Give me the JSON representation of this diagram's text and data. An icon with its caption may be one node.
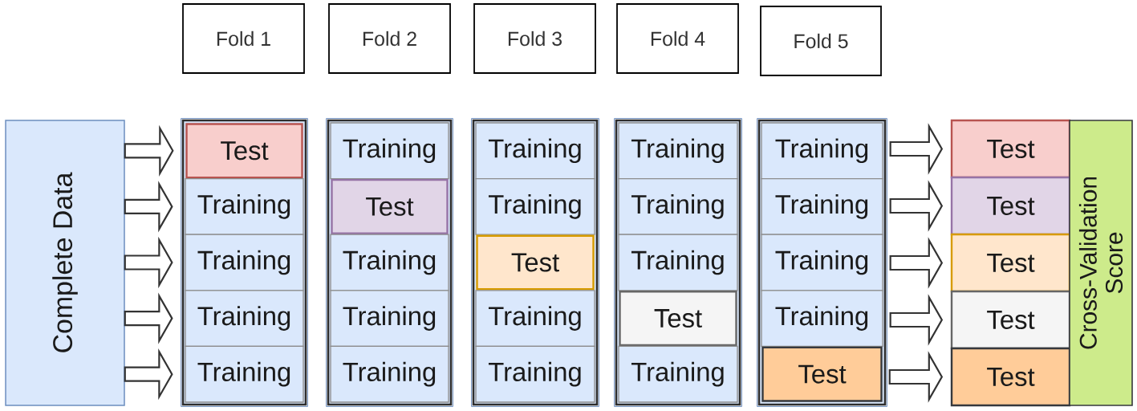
{
  "diagram": {
    "nodes": [
      {
        "text": [
          "Fold 1"
        ]
      },
      {
        "text": [
          "Fold 2"
        ]
      },
      {
        "text": [
          "Fold 3"
        ]
      },
      {
        "text": [
          "Fold 4"
        ]
      },
      {
        "text": [
          "Fold 5"
        ]
      },
      {
        "text": [
          "Complete Data"
        ]
      },
      {
        "text": [],
        "shape": "box"
      },
      {
        "text": [
          "Test"
        ],
        "in": 6
      },
      {
        "text": [
          "Training"
        ],
        "in": 6
      },
      {
        "text": [
          "Training"
        ],
        "in": 6
      },
      {
        "text": [
          "Training"
        ],
        "in": 6
      },
      {
        "text": [
          "Training"
        ],
        "in": 6
      },
      {
        "text": [],
        "shape": "box"
      },
      {
        "text": [
          "Training"
        ],
        "in": 12
      },
      {
        "text": [
          "Test"
        ],
        "in": 12
      },
      {
        "text": [
          "Training"
        ],
        "in": 12
      },
      {
        "text": [
          "Training"
        ],
        "in": 12
      },
      {
        "text": [
          "Training"
        ],
        "in": 12
      },
      {
        "text": [],
        "shape": "box"
      },
      {
        "text": [
          "Training"
        ],
        "in": 18
      },
      {
        "text": [
          "Training"
        ],
        "in": 18
      },
      {
        "text": [
          "Test"
        ],
        "in": 18
      },
      {
        "text": [
          "Training"
        ],
        "in": 18
      },
      {
        "text": [
          "Training"
        ],
        "in": 18
      },
      {
        "text": [],
        "shape": "box"
      },
      {
        "text": [
          "Training"
        ],
        "in": 24
      },
      {
        "text": [
          "Training"
        ],
        "in": 24
      },
      {
        "text": [
          "Training"
        ],
        "in": 24
      },
      {
        "text": [
          "Test"
        ],
        "in": 24
      },
      {
        "text": [
          "Training"
        ],
        "in": 24
      },
      {
        "text": [],
        "shape": "box"
      },
      {
        "text": [
          "Training"
        ],
        "in": 30
      },
      {
        "text": [
          "Training"
        ],
        "in": 30
      },
      {
        "text": [
          "Training"
        ],
        "in": 30
      },
      {
        "text": [
          "Training"
        ],
        "in": 30
      },
      {
        "text": [
          "Test"
        ],
        "in": 30
      },
      {
        "text": [
          "Test"
        ]
      },
      {
        "text": [
          "Test"
        ]
      },
      {
        "text": [
          "Test"
        ]
      },
      {
        "text": [
          "Test"
        ]
      },
      {
        "text": [
          "Test"
        ]
      },
      {
        "text": [
          "Cross-Validation Score"
        ]
      }
    ],
    "edges": [
      {
        "from": 5,
        "to": 7,
        "arrow": "to"
      },
      {
        "from": 5,
        "to": 8,
        "arrow": "to"
      },
      {
        "from": 5,
        "to": 9,
        "arrow": "to"
      },
      {
        "from": 5,
        "to": 10,
        "arrow": "to"
      },
      {
        "from": 5,
        "to": 11,
        "arrow": "to"
      },
      {
        "from": 31,
        "to": 36,
        "arrow": "to"
      },
      {
        "from": 32,
        "to": 37,
        "arrow": "to"
      },
      {
        "from": 33,
        "to": 38,
        "arrow": "to"
      },
      {
        "from": 34,
        "to": 39,
        "arrow": "to"
      },
      {
        "from": 35,
        "to": 40,
        "arrow": "to"
      }
    ]
  }
}
